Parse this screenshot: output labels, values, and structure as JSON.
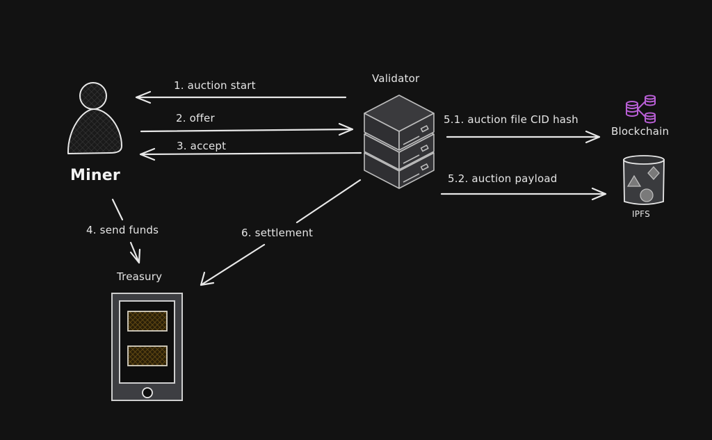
{
  "diagram": {
    "background": "#121212",
    "stroke_color": "#e8e8e8",
    "nodes": {
      "miner": {
        "label": "Miner",
        "icon": "person-icon"
      },
      "validator": {
        "label": "Validator",
        "icon": "server-stack-icon"
      },
      "blockchain": {
        "label": "Blockchain",
        "icon": "database-network-icon",
        "color": "#b95fd6"
      },
      "ipfs": {
        "label": "IPFS",
        "icon": "storage-bucket-icon"
      },
      "treasury": {
        "label": "Treasury",
        "icon": "tablet-icon",
        "accent": "#6b5014"
      }
    },
    "edges": [
      {
        "id": "auction-start",
        "label": "1. auction start",
        "from": "Validator",
        "to": "Miner"
      },
      {
        "id": "offer",
        "label": "2. offer",
        "from": "Miner",
        "to": "Validator"
      },
      {
        "id": "accept",
        "label": "3. accept",
        "from": "Validator",
        "to": "Miner"
      },
      {
        "id": "send-funds",
        "label": "4. send funds",
        "from": "Miner",
        "to": "Treasury"
      },
      {
        "id": "auction-file-cid",
        "label": "5.1. auction file CID hash",
        "from": "Validator",
        "to": "Blockchain"
      },
      {
        "id": "auction-payload",
        "label": "5.2. auction payload",
        "from": "Validator",
        "to": "IPFS"
      },
      {
        "id": "settlement",
        "label": "6. settlement",
        "from": "Validator",
        "to": "Treasury"
      }
    ]
  }
}
